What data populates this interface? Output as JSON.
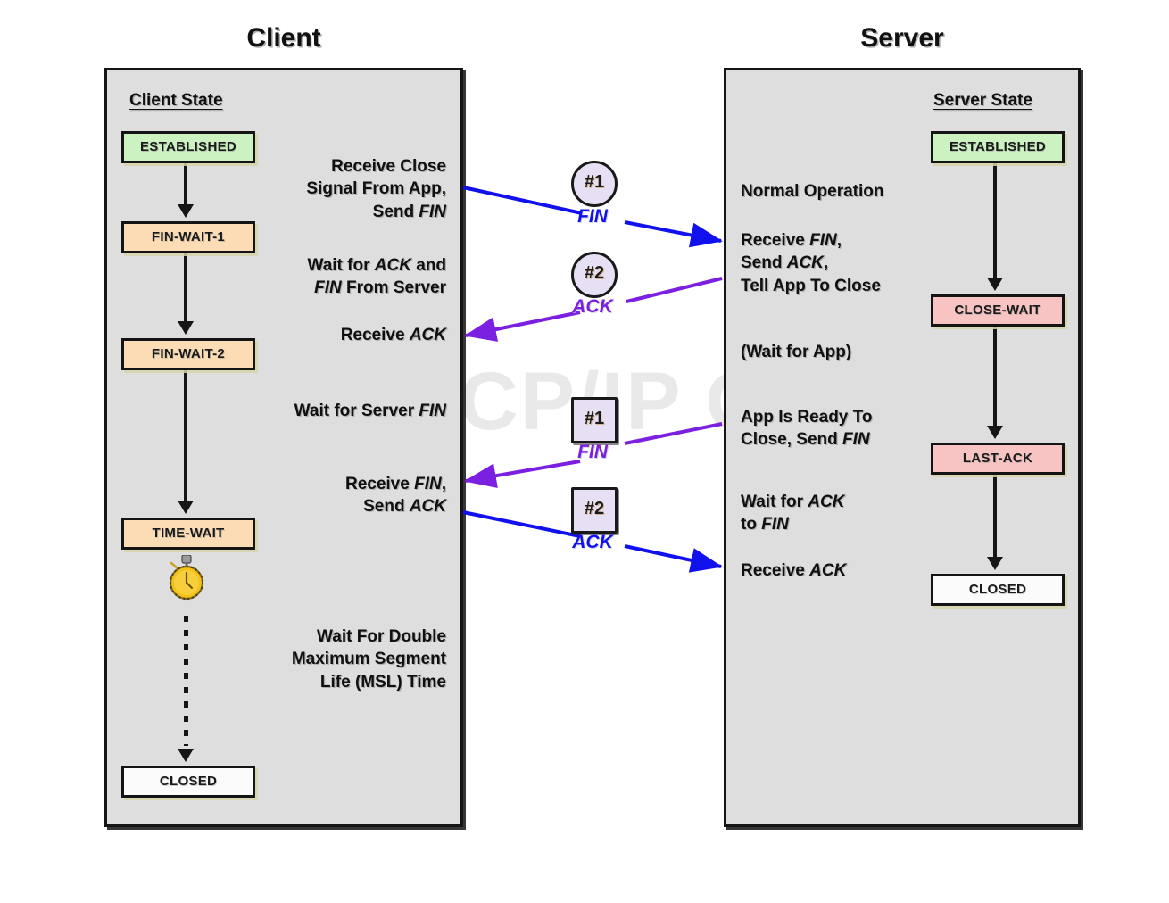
{
  "diagram": {
    "watermark": "The TCP/IP Guide",
    "columns": {
      "client_title": "Client",
      "server_title": "Server"
    },
    "client": {
      "state_heading": "Client State",
      "states": [
        {
          "id": "established",
          "label": "ESTABLISHED",
          "color": "#ccf2c2"
        },
        {
          "id": "fin-wait-1",
          "label": "FIN-WAIT-1",
          "color": "#fbdcb4"
        },
        {
          "id": "fin-wait-2",
          "label": "FIN-WAIT-2",
          "color": "#fbdcb4"
        },
        {
          "id": "time-wait",
          "label": "TIME-WAIT",
          "color": "#fbdcb4"
        },
        {
          "id": "closed",
          "label": "CLOSED",
          "color": "#fbfbfb"
        }
      ],
      "notes": [
        {
          "id": "receive-close-signal",
          "text": "Receive Close\nSignal From App,\nSend FIN"
        },
        {
          "id": "wait-for-ack-and-fin",
          "text": "Wait for ACK and\nFIN From Server"
        },
        {
          "id": "receive-ack",
          "text": "Receive ACK"
        },
        {
          "id": "wait-for-server-fin",
          "text": "Wait for Server FIN"
        },
        {
          "id": "receive-fin-send-ack",
          "text": "Receive FIN,\nSend ACK"
        },
        {
          "id": "wait-double-msl",
          "text": "Wait For Double\nMaximum Segment\nLife (MSL) Time"
        }
      ],
      "timer_icon": "stopwatch-icon"
    },
    "server": {
      "state_heading": "Server State",
      "states": [
        {
          "id": "established",
          "label": "ESTABLISHED",
          "color": "#ccf2c2"
        },
        {
          "id": "close-wait",
          "label": "CLOSE-WAIT",
          "color": "#f7c3c3"
        },
        {
          "id": "last-ack",
          "label": "LAST-ACK",
          "color": "#f7c3c3"
        },
        {
          "id": "closed",
          "label": "CLOSED",
          "color": "#fbfbfb"
        }
      ],
      "notes": [
        {
          "id": "normal-operation",
          "text": "Normal Operation"
        },
        {
          "id": "receive-fin-send-ack",
          "text": "Receive FIN,\nSend ACK,\nTell App To Close"
        },
        {
          "id": "wait-for-app",
          "text": "(Wait for App)"
        },
        {
          "id": "app-ready-send-fin",
          "text": "App Is Ready To\nClose, Send FIN"
        },
        {
          "id": "wait-for-ack-to-fin",
          "text": "Wait for ACK\nto FIN"
        },
        {
          "id": "receive-ack",
          "text": "Receive ACK"
        }
      ]
    },
    "messages": [
      {
        "id": "msg-1-fin",
        "badge": "#1",
        "label": "FIN",
        "shape": "circle",
        "direction": "client-to-server",
        "color": "#1111ee"
      },
      {
        "id": "msg-2-ack",
        "badge": "#2",
        "label": "ACK",
        "shape": "circle",
        "direction": "server-to-client",
        "color": "#7b1fe0"
      },
      {
        "id": "msg-3-fin",
        "badge": "#1",
        "label": "FIN",
        "shape": "square",
        "direction": "server-to-client",
        "color": "#7b1fe0"
      },
      {
        "id": "msg-4-ack",
        "badge": "#2",
        "label": "ACK",
        "shape": "square",
        "direction": "client-to-server",
        "color": "#1111ee"
      }
    ],
    "colors": {
      "panel_fill": "#dedede",
      "panel_border": "#151515",
      "badge_fill": "#e7e0f5",
      "blue": "#1111ee",
      "purple": "#7b1fe0",
      "green_state": "#ccf2c2",
      "orange_state": "#fbdcb4",
      "pink_state": "#f7c3c3",
      "white_state": "#fbfbfb"
    }
  }
}
